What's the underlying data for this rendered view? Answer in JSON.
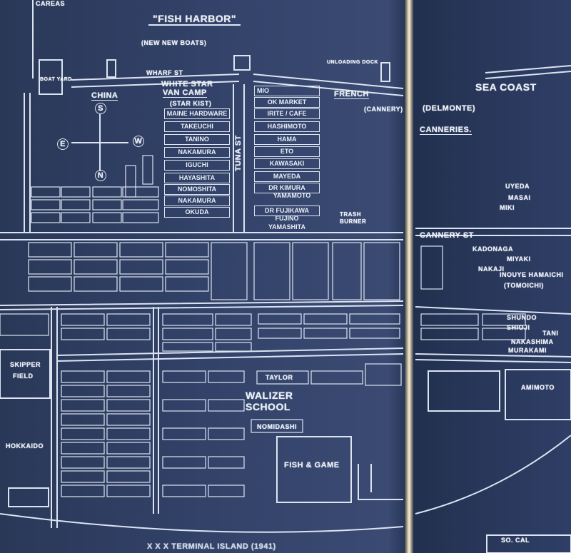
{
  "map": {
    "title": "\"FISH HARBOR\"",
    "subtitle": "(NEW NEW BOATS)",
    "top_fragment": "CAREAS",
    "wharf_st": "WHARF ST",
    "boat_yard": "BOAT YARD",
    "unload": "UNLOADING DOCK",
    "china": "CHINA",
    "white_star": "WHITE STAR",
    "van_camp": "VAN CAMP",
    "star_kist": "(STAR KIST)",
    "french": "FRENCH",
    "cannery": "(CANNERY)",
    "sea_coast": "SEA COAST",
    "delmonte": "(DELMONTE)",
    "canneries": "CANNERIES.",
    "tuna_st": "TUNA ST",
    "cannery_st": "CANNERY ST",
    "trash_burner": "TRASH BURNER",
    "compass": {
      "s": "S",
      "e": "E",
      "w": "W",
      "n": "N"
    },
    "left_column": [
      "MAINE HARDWARE",
      "TAKEUCHI",
      "TANINO",
      "NAKAMURA",
      "IGUCHI",
      "HAYASHITA",
      "NOMOSHITA",
      "NAKAMURA",
      "OKUDA"
    ],
    "right_column": [
      "MIO",
      "OK MARKET",
      "IRITE / CAFE",
      "HASHIMOTO",
      "HAMA",
      "ETO",
      "KAWASAKI",
      "MAYEDA",
      "DR KIMURA",
      "YAMAMOTO",
      "DR FUJIKAWA",
      "FUJINO",
      "YAMASHITA"
    ],
    "right_page_names": [
      "UYEDA",
      "MASAI",
      "MIKI",
      "KADONAGA",
      "MIYAKI",
      "NAKAJI",
      "INOUYE HAMAICHI",
      "(TOMOICHI)",
      "SHUNDO",
      "SHIOJI",
      "TANI",
      "NAKASHIMA",
      "MURAKAMI",
      "AMIMOTO"
    ],
    "walizer": "WALIZER",
    "school": "SCHOOL",
    "nomidashi": "NOMIDASHI",
    "fish_game": "FISH & GAME",
    "taylor": "TAYLOR",
    "hokkaido": "HOKKAIDO",
    "skipper": "SKIPPER",
    "bidwell": "FIELD",
    "so_cal": "SO. CAL",
    "bottom_caption": "X X X  TERMINAL ISLAND  (1941)"
  }
}
